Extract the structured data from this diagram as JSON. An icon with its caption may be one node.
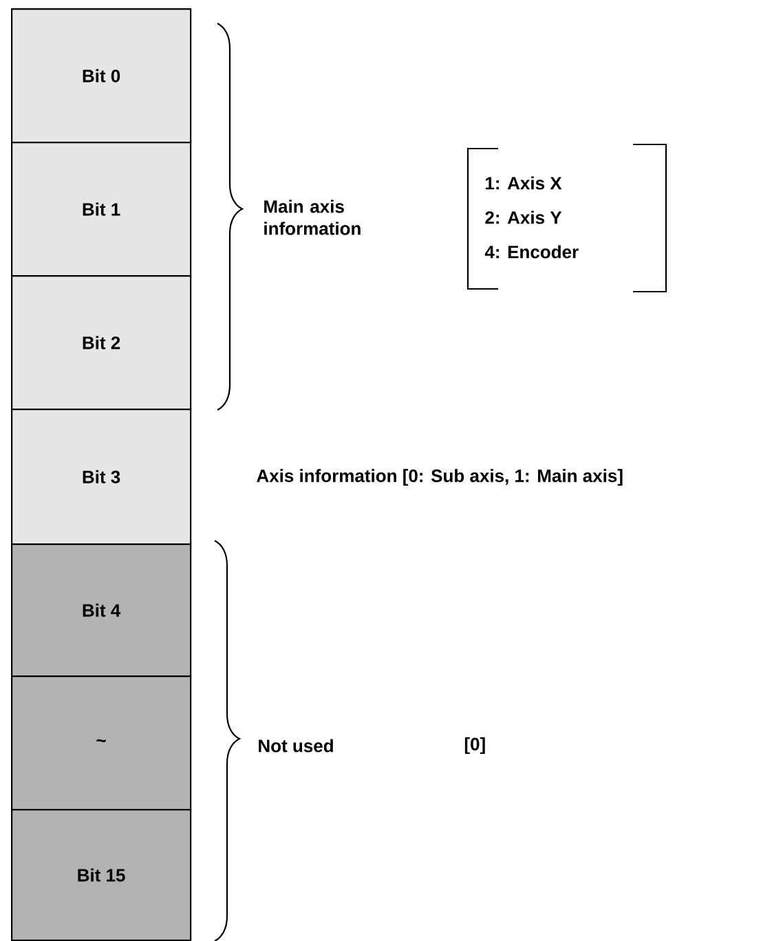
{
  "diagram": {
    "nodes": [
      {
        "text": [
          "Bit 0"
        ]
      },
      {
        "text": [
          "Bit 1"
        ]
      },
      {
        "text": [
          "Bit 2"
        ]
      },
      {
        "text": [
          "Bit 3"
        ]
      },
      {
        "text": [
          "Bit 4"
        ]
      },
      {
        "text": [
          "~"
        ]
      },
      {
        "text": [
          "Bit 15"
        ]
      }
    ],
    "labels": [
      "Main axis information",
      "1: Axis X",
      "2: Axis Y",
      "4: Encoder",
      "Axis information [0: Sub axis, 1: Main axis]",
      "Not used",
      "[0]"
    ]
  }
}
